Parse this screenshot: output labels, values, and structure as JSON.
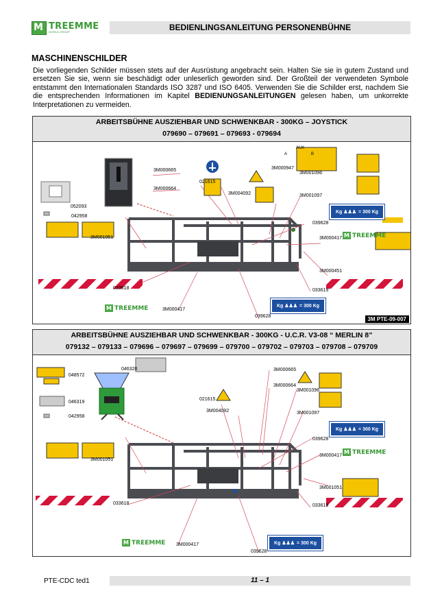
{
  "header": {
    "logo_text": "TREEMME",
    "logo_sub": "WORLD GROUP",
    "title": "BEDIENLINGSANLEITUNG PERSONENBÜHNE"
  },
  "section_title": "MASCHINENSCHILDER",
  "intro": {
    "text_before": "Die vorliegenden Schilder müssen stets auf der Ausrüstung angebracht sein. Halten Sie sie in gutem Zustand und ersetzen Sie sie, wenn sie beschädigt oder unleserlich geworden sind. Der Großteil der verwendeten Symbole entstammt den Internationalen Standards ISO 3287 und ISO 6405. Verwenden Sie die Schilder erst, nachdem Sie die entsprechenden Informationen im Kapitel ",
    "bold": "BEDIENUNGSANLEITUNGEN",
    "text_after": " gelesen haben, um unkorrekte Interpretationen zu vermeiden."
  },
  "panel1": {
    "title": "ARBEITSBÜHNE AUSZIEHBAR UND SCHWENKBAR  -  300KG  –  JOYSTICK",
    "subtitle": "079690 – 079691 – 079693 - 079694",
    "ref": "3M PTE-09-007",
    "labels": {
      "l052093": "052093",
      "l042958": "042958",
      "l3M001051": "3M001051",
      "l033618": "033618",
      "l3M000665": "3M000665",
      "l3M000664": "3M000664",
      "l021615": "021615",
      "l3M004092": "3M004092",
      "l3M000947": "3M000947",
      "l3M001096": "3M001096",
      "l3M001097": "3M001097",
      "l039628a": "039628",
      "l3M000417": "3M000417",
      "l3M000451": "3M000451",
      "l033619": "033619",
      "l3M000417b": "3M000417",
      "l039628b": "039628"
    },
    "aux": "AUX",
    "aux_a": "A",
    "aux_b": "B",
    "load": "= 300 Kg",
    "logo": "TREEMME"
  },
  "panel2": {
    "title": "ARBEITSBÜHNE AUSZIEHBAR UND SCHWENKBAR -  300KG  -  U.C.R. V3-08 “ MERLIN 8”",
    "subtitle": "079132 – 079133 – 079696 – 079697 – 079699 – 079700 – 079702 – 079703 – 079708 – 079709",
    "labels": {
      "l048572": "048572",
      "l046320": "046320",
      "l046319": "046319",
      "l042958": "042958",
      "l3M001051": "3M001051",
      "l033618": "033618",
      "l021615": "021615",
      "l3M004092": "3M004092",
      "l3M000665": "3M000665",
      "l3M000664": "3M000664",
      "l3M001096": "3M001096",
      "l3M001097": "3M001097",
      "l039628a": "039628",
      "l3M000417": "3M000417",
      "l3M001051b": "3M001051",
      "l033619": "033619",
      "l3M000417b": "3M000417",
      "l039628b": "039628"
    },
    "load": "= 300 Kg",
    "logo": "TREEMME"
  },
  "footer": {
    "left": "PTE-CDC  ted1",
    "page": "11 – 1"
  },
  "colors": {
    "brand_green": "#3a9a37",
    "warning_yellow": "#f5c400",
    "sign_blue": "#1c4fa0",
    "stripe_red": "#d4143a",
    "platform": "#4a4c52"
  }
}
